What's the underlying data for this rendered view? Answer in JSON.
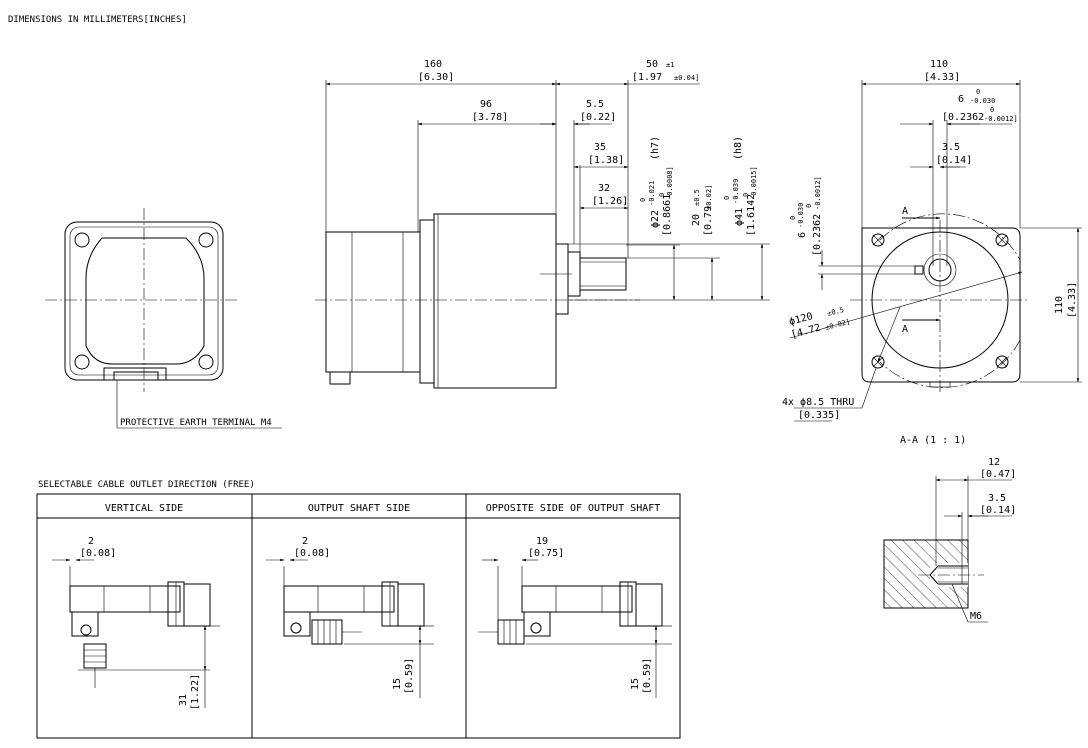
{
  "header": {
    "note": "DIMENSIONS IN MILLIMETERS[INCHES]"
  },
  "front_view": {
    "terminal_label": "PROTECTIVE EARTH TERMINAL M4"
  },
  "side_view": {
    "d160": "160",
    "d160_in": "[6.30]",
    "d96": "96",
    "d96_in": "[3.78]",
    "d50": "50",
    "d50_tol": "±1",
    "d50_in": "[1.97",
    "d50_in_tol": "±0.04]",
    "d5_5": "5.5",
    "d5_5_in": "[0.22]",
    "d35": "35",
    "d35_in": "[1.38]",
    "d32": "32",
    "d32_in": "[1.26]",
    "shaft_dia": "ϕ22",
    "shaft_dia_tol_hi": "0",
    "shaft_dia_tol_lo": "-0.021",
    "shaft_fit": "(h7)",
    "shaft_dia_in": "[0.8661",
    "shaft_dia_in_tol_hi": "0",
    "shaft_dia_in_tol_lo": "-0.0008]",
    "d20": "20",
    "d20_tol": "±0.5",
    "d20_in": "[0.79",
    "d20_in_tol": "±0.02]",
    "pilot_dia": "ϕ41",
    "pilot_dia_tol_hi": "0",
    "pilot_dia_tol_lo": "-0.039",
    "pilot_fit": "(h8)",
    "pilot_dia_in": "[1.6142",
    "pilot_dia_in_tol_hi": "0",
    "pilot_dia_in_tol_lo": "-0.0015]"
  },
  "flange_view": {
    "d110_top": "110",
    "d110_top_in": "[4.33]",
    "d6_top": "6",
    "d6_top_tol_hi": "0",
    "d6_top_tol_lo": "-0.030",
    "d6_top_in": "[0.2362",
    "d6_top_in_tol_hi": "0",
    "d6_top_in_tol_lo": "-0.0012]",
    "d3_5": "3.5",
    "d3_5_in": "[0.14]",
    "d6_left": "6",
    "d6_left_tol_hi": "0",
    "d6_left_tol_lo": "-0.030",
    "d6_left_in": "[0.2362",
    "d6_left_in_tol_hi": "0",
    "d6_left_in_tol_lo": "-0.0012]",
    "pcd": "ϕ120",
    "pcd_tol": "±0.5",
    "pcd_in": "[4.72",
    "pcd_in_tol": "±0.02]",
    "section_mark": "A",
    "d110_right": "110",
    "d110_right_in": "[4.33]",
    "holes": "4x ϕ8.5 THRU",
    "holes_in": "[0.335]"
  },
  "section": {
    "title": "A-A (1 : 1)",
    "d12": "12",
    "d12_in": "[0.47]",
    "d3_5": "3.5",
    "d3_5_in": "[0.14]",
    "thread": "M6"
  },
  "cable_table": {
    "title": "SELECTABLE CABLE OUTLET DIRECTION (FREE)",
    "columns": [
      {
        "header": "VERTICAL SIDE",
        "top_dim": "2",
        "top_dim_in": "[0.08]",
        "side_dim": "31",
        "side_dim_in": "[1.22]"
      },
      {
        "header": "OUTPUT SHAFT SIDE",
        "top_dim": "2",
        "top_dim_in": "[0.08]",
        "side_dim": "15",
        "side_dim_in": "[0.59]"
      },
      {
        "header": "OPPOSITE SIDE OF OUTPUT SHAFT",
        "top_dim": "19",
        "top_dim_in": "[0.75]",
        "side_dim": "15",
        "side_dim_in": "[0.59]"
      }
    ]
  }
}
